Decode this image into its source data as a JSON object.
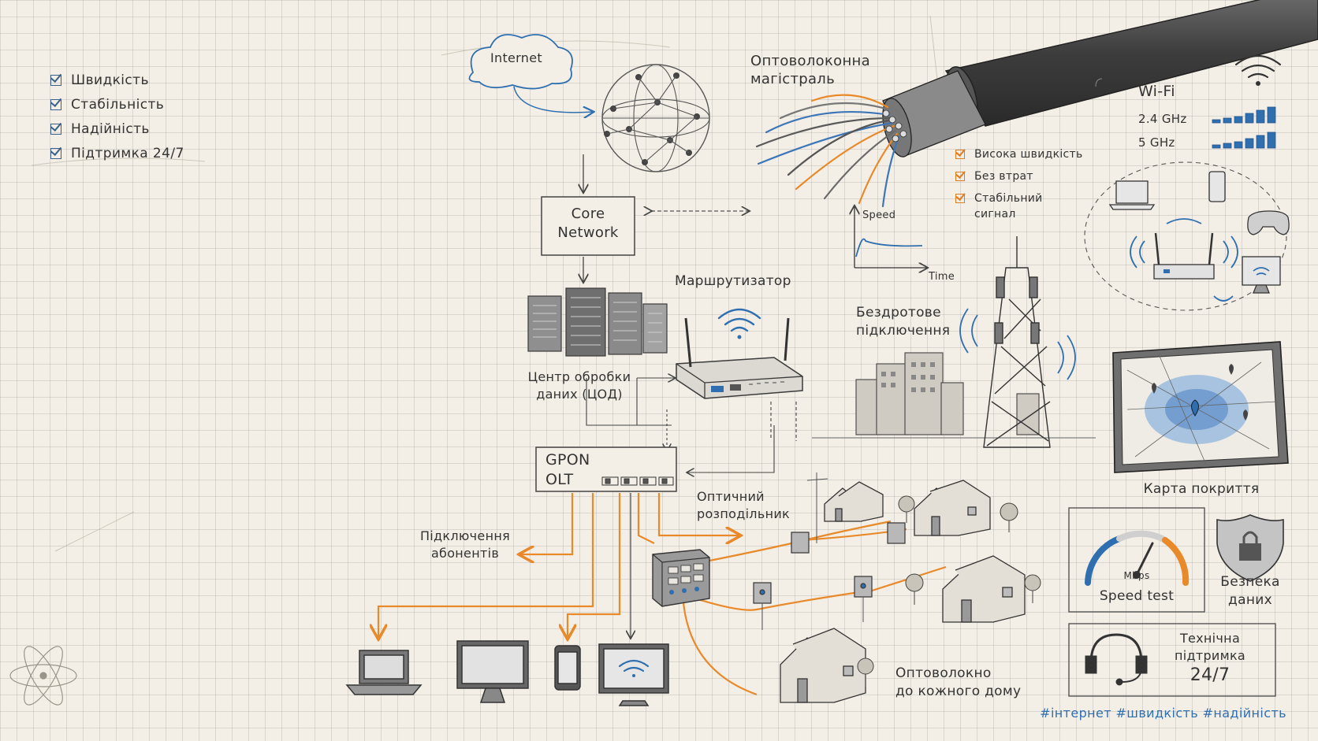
{
  "checklist": [
    "Швидкість",
    "Стабільність",
    "Надійність",
    "Підтримка 24/7"
  ],
  "cloud_label": "Internet",
  "core": [
    "Core",
    "Network"
  ],
  "fiber_title": [
    "Оптоволоконна",
    "магістраль"
  ],
  "fiber_benefits": [
    "Висока швидкість",
    "Без втрат",
    "Стабільний сигнал"
  ],
  "speed_graph": {
    "ylabel": "Speed",
    "xlabel": "Time"
  },
  "router_label": "Маршрутизатор",
  "datacenter_label": [
    "Центр обробки",
    "даних (ЦОД)"
  ],
  "wireless_label": [
    "Бездротове",
    "підключення"
  ],
  "olt": [
    "GPON",
    "OLT"
  ],
  "splitter_label": [
    "Оптичний",
    "розподільник"
  ],
  "subscribers_label": [
    "Підключення",
    "абонентів"
  ],
  "fiber_home_label": [
    "Оптоволокно",
    "до кожного дому"
  ],
  "wifi": {
    "title": "Wi-Fi",
    "bands": [
      "2.4 GHz",
      "5 GHz"
    ]
  },
  "coverage_label": "Карта покриття",
  "speedtest": {
    "unit": "Mbps",
    "label": "Speed test"
  },
  "security_label": [
    "Безпека",
    "даних"
  ],
  "support": [
    "Технічна",
    "підтримка",
    "24/7"
  ],
  "hashtags": "#інтернет #швидкість #надійність",
  "colors": {
    "accent_blue": "#2f6fb0",
    "accent_orange": "#e8892a",
    "ink": "#3a3a3a",
    "paper": "#f3efe6"
  }
}
